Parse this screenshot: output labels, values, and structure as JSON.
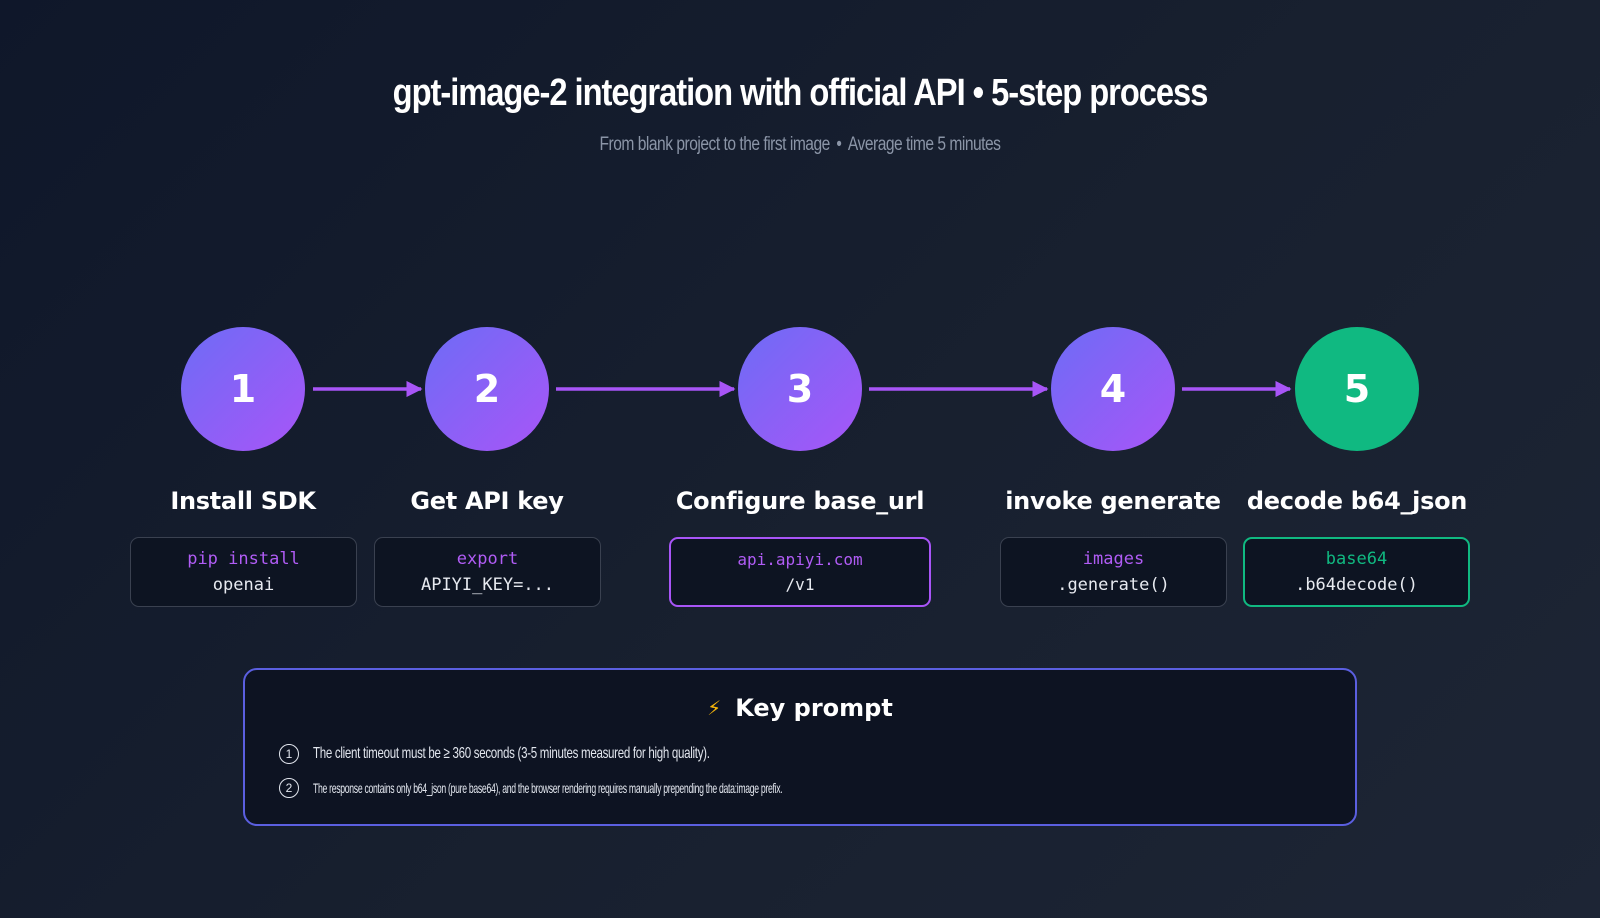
{
  "header": {
    "title": "gpt-image-2 integration with official API • 5-step process",
    "subtitle_part1": "From blank project to the first image",
    "subtitle_sep": "•",
    "subtitle_part2": "Average time 5 minutes"
  },
  "steps": [
    {
      "number": "1",
      "label": "Install SDK",
      "code_line1": "pip install",
      "code_line2": "openai"
    },
    {
      "number": "2",
      "label": "Get API key",
      "code_line1": "export",
      "code_line2": "APIYI_KEY=..."
    },
    {
      "number": "3",
      "label": "Configure base_url",
      "code_line1": "api.apiyi.com",
      "code_line2": "/v1"
    },
    {
      "number": "4",
      "label": "invoke generate",
      "code_line1": "images",
      "code_line2": ".generate()"
    },
    {
      "number": "5",
      "label": "decode b64_json",
      "code_line1": "base64",
      "code_line2": ".b64decode()"
    }
  ],
  "prompt": {
    "icon": "lightning-bolt-icon",
    "title": "Key prompt",
    "items": [
      {
        "num": "1",
        "text": "The client timeout must be ≥ 360 seconds (3-5 minutes measured for high quality)."
      },
      {
        "num": "2",
        "text": "The response contains only b64_json (pure base64), and the browser rendering requires manually prepending the data:image prefix."
      }
    ]
  },
  "colors": {
    "background": "#0f172a",
    "step_gradient_start": "#6d6cf6",
    "step_gradient_end": "#a855f7",
    "final_step": "#10b981",
    "arrow": "#a855f7",
    "code_keyword": "#b05cf5",
    "highlight_border": "#a855f7",
    "prompt_border": "#5b5fe0",
    "bolt": "#f5b50b"
  }
}
